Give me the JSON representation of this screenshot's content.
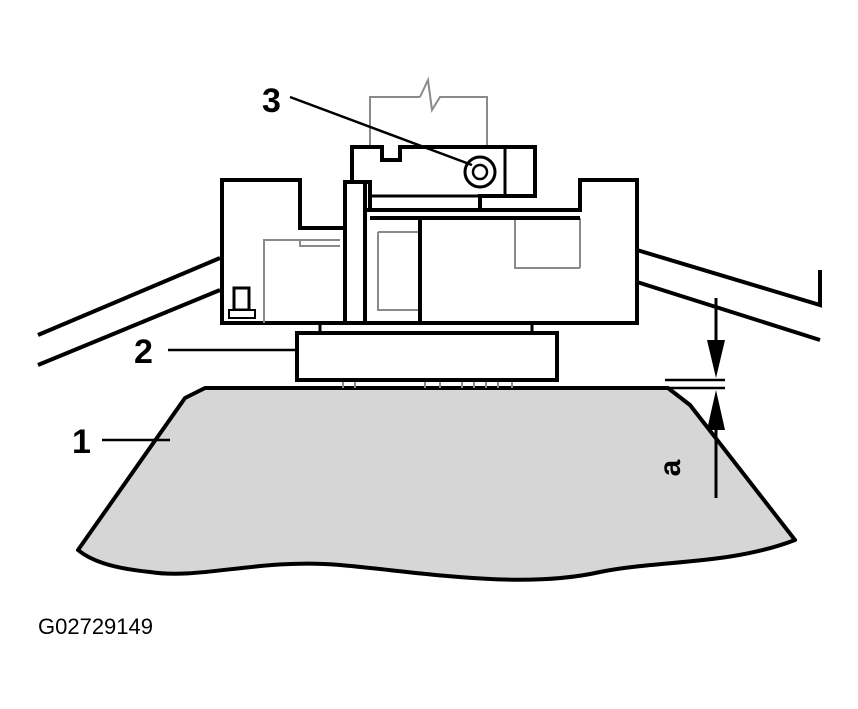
{
  "figure_id": "G02729149",
  "callouts": {
    "c1": "1",
    "c2": "2",
    "c3": "3"
  },
  "dimension_label": "a",
  "colors": {
    "line": "#000000",
    "body_fill": "#d6d6d6",
    "background": "#ffffff",
    "hidden_edge": "#8a8a8a"
  }
}
